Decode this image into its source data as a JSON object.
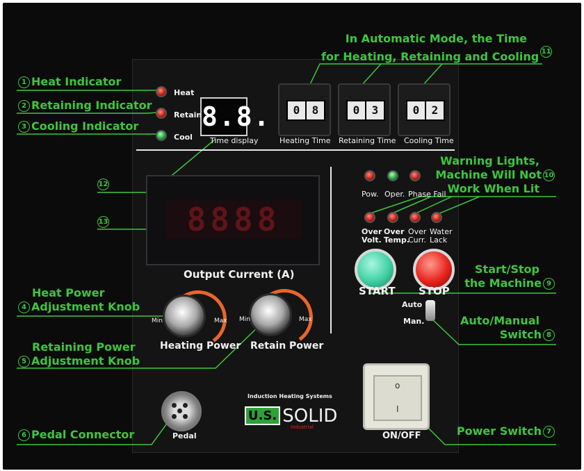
{
  "annotations": {
    "heat_indicator": {
      "num": "1",
      "text": "Heat Indicator"
    },
    "retaining_indicator": {
      "num": "2",
      "text": "Retaining Indicator"
    },
    "cooling_indicator": {
      "num": "3",
      "text": "Cooling Indicator"
    },
    "heat_power_knob": {
      "num": "4",
      "line1": "Heat Power",
      "line2": "Adjustment Knob"
    },
    "retaining_power_knob": {
      "num": "5",
      "line1": "Retaining Power",
      "line2": "Adjustment Knob"
    },
    "pedal_connector": {
      "num": "6",
      "text": "Pedal Connector"
    },
    "power_switch": {
      "num": "7",
      "text": "Power Switch"
    },
    "auto_manual": {
      "num": "8",
      "line1": "Auto/Manual",
      "line2": "Switch"
    },
    "start_stop": {
      "num": "9",
      "line1": "Start/Stop",
      "line2": "the Machine"
    },
    "warning_lights": {
      "num": "10",
      "line1": "Warning Lights,",
      "line2": "Machine Will Not",
      "line3": "Work When Lit"
    },
    "auto_mode_time": {
      "num": "11",
      "line1": "In Automatic Mode, the Time",
      "line2": "for Heating, Retaining and Cooling"
    },
    "time_display_ref": {
      "num": "12"
    },
    "current_display_ref": {
      "num": "13"
    }
  },
  "panel": {
    "indicators": {
      "heat": "Heat",
      "retain": "Retain",
      "cool": "Cool"
    },
    "time_display": {
      "value": "8.8.",
      "label": "Time display"
    },
    "timers": [
      {
        "label": "Heating Time",
        "digits": [
          "0",
          "8"
        ]
      },
      {
        "label": "Retaining Time",
        "digits": [
          "0",
          "3"
        ]
      },
      {
        "label": "Cooling Time",
        "digits": [
          "0",
          "2"
        ]
      }
    ],
    "status_lights": {
      "pow": "Pow.",
      "oper": "Oper.",
      "phase_fail": "Phase Fail"
    },
    "warning_lights": {
      "over_volt": [
        "Over",
        "Volt."
      ],
      "over_temp": [
        "Over",
        "Temp."
      ],
      "over_curr": [
        "Over",
        "Curr."
      ],
      "water_lack": [
        "Water",
        "Lack"
      ]
    },
    "current_meter": {
      "value": "8888",
      "label": "Output Current (A)"
    },
    "knobs": {
      "heating": {
        "label": "Heating Power",
        "min": "Min",
        "max": "Max"
      },
      "retain": {
        "label": "Retain Power",
        "min": "Min",
        "max": "Max"
      }
    },
    "buttons": {
      "start": "START",
      "stop": "STOP"
    },
    "mode_switch": {
      "auto": "Auto",
      "man": "Man."
    },
    "pedal_label": "Pedal",
    "brand": {
      "tagline": "Induction Heating Systems",
      "us": "U.S.",
      "solid": "SOLID",
      "sub": "Industrial"
    },
    "power_label": "ON/OFF",
    "rocker": {
      "top": "o",
      "bottom": "I"
    }
  },
  "colors": {
    "annotation": "#3ec63e",
    "accent_orange": "#e8662b",
    "start_green": "#3fd0a4",
    "stop_red": "#e8231c"
  }
}
